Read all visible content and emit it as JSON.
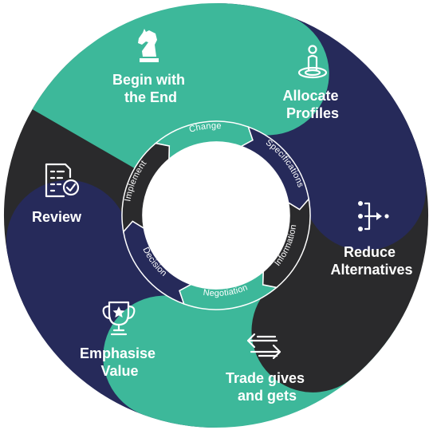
{
  "colors": {
    "teal": "#3DB89A",
    "navy": "#262A5A",
    "charcoal": "#2A2A2C",
    "white": "#FFFFFF"
  },
  "outer_segments": [
    {
      "line1": "Begin with",
      "line2": "the End",
      "color": "teal",
      "icon": "chess-knight-icon"
    },
    {
      "line1": "Allocate",
      "line2": "Profiles",
      "color": "navy",
      "icon": "person-on-target-icon"
    },
    {
      "line1": "Reduce",
      "line2": "Alternatives",
      "color": "charcoal",
      "icon": "funnel-dots-icon"
    },
    {
      "line1": "Trade gives",
      "line2": "and gets",
      "color": "teal",
      "icon": "swap-arrows-icon"
    },
    {
      "line1": "Emphasise",
      "line2": "Value",
      "color": "navy",
      "icon": "trophy-star-icon"
    },
    {
      "line1": "Review",
      "line2": "",
      "color": "charcoal",
      "icon": "document-check-icon"
    }
  ],
  "inner_ring": [
    {
      "label": "Change",
      "color": "teal"
    },
    {
      "label": "Specifications",
      "color": "navy"
    },
    {
      "label": "Information",
      "color": "charcoal"
    },
    {
      "label": "Negotiation",
      "color": "teal"
    },
    {
      "label": "Decision",
      "color": "navy"
    },
    {
      "label": "Implement",
      "color": "charcoal"
    }
  ]
}
